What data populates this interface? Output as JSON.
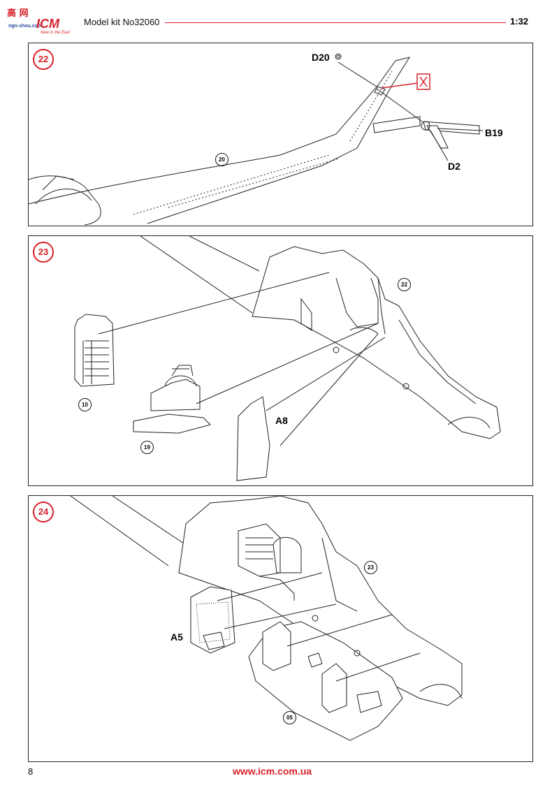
{
  "header": {
    "logo_site": "高 网",
    "logo_url": "ngn-shou.com",
    "logo_brand": "ICM",
    "logo_tagline": "New in the East",
    "kit_label": "Model kit No32060",
    "scale": "1:32"
  },
  "steps": [
    {
      "number": "22",
      "parts": [
        "D20",
        "B19",
        "D2"
      ],
      "refs": [
        "20"
      ]
    },
    {
      "number": "23",
      "parts": [
        "A8"
      ],
      "refs": [
        "22",
        "10",
        "19"
      ]
    },
    {
      "number": "24",
      "parts": [
        "A5"
      ],
      "refs": [
        "23",
        "05"
      ]
    }
  ],
  "footer": {
    "page": "8",
    "url": "www.icm.com.ua"
  },
  "colors": {
    "accent": "#d8202a",
    "line": "#222222"
  }
}
